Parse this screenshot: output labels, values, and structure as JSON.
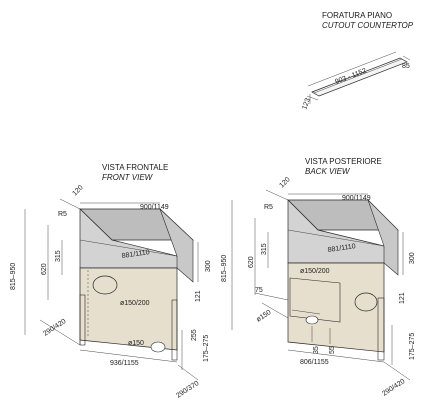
{
  "cutout": {
    "title": "FORATURA PIANO",
    "subtitle": "CUTOUT COUNTERTOP",
    "dim_length": "903 - 1152",
    "dim_width": "85",
    "dim_depth": "123"
  },
  "front": {
    "title": "VISTA FRONTALE",
    "subtitle": "FRONT VIEW",
    "dims": {
      "top_width": "900/1149",
      "top_depth": "120",
      "r5": "R5",
      "height_total": "815–950",
      "h620": "620",
      "h315": "315",
      "h300": "300",
      "inner_width": "881/1110",
      "d150_200": "ø150/200",
      "d121": "121",
      "d150": "ø150",
      "d255": "255",
      "d175_275": "175–275",
      "w290_420": "290/420",
      "w936_1155": "936/1155",
      "w290_370": "290/370"
    }
  },
  "back": {
    "title": "VISTA POSTERIORE",
    "subtitle": "BACK VIEW",
    "dims": {
      "top_width": "900/1149",
      "top_depth": "120",
      "r5": "R5",
      "height_total": "815–950",
      "h620": "620",
      "h315": "315",
      "h300": "300",
      "inner_width": "881/1110",
      "d150_200": "ø150/200",
      "d75": "75",
      "d121": "121",
      "d150": "ø150",
      "d35": "35",
      "d55": "55",
      "d175_275": "175–275",
      "w806_1155": "806/1155",
      "w290_420": "290/420"
    }
  },
  "colors": {
    "top_gray": "#bdbdbd",
    "band_gray": "#d3d3d3",
    "body_beige": "#e6dfce",
    "line": "#2a2a2a"
  }
}
